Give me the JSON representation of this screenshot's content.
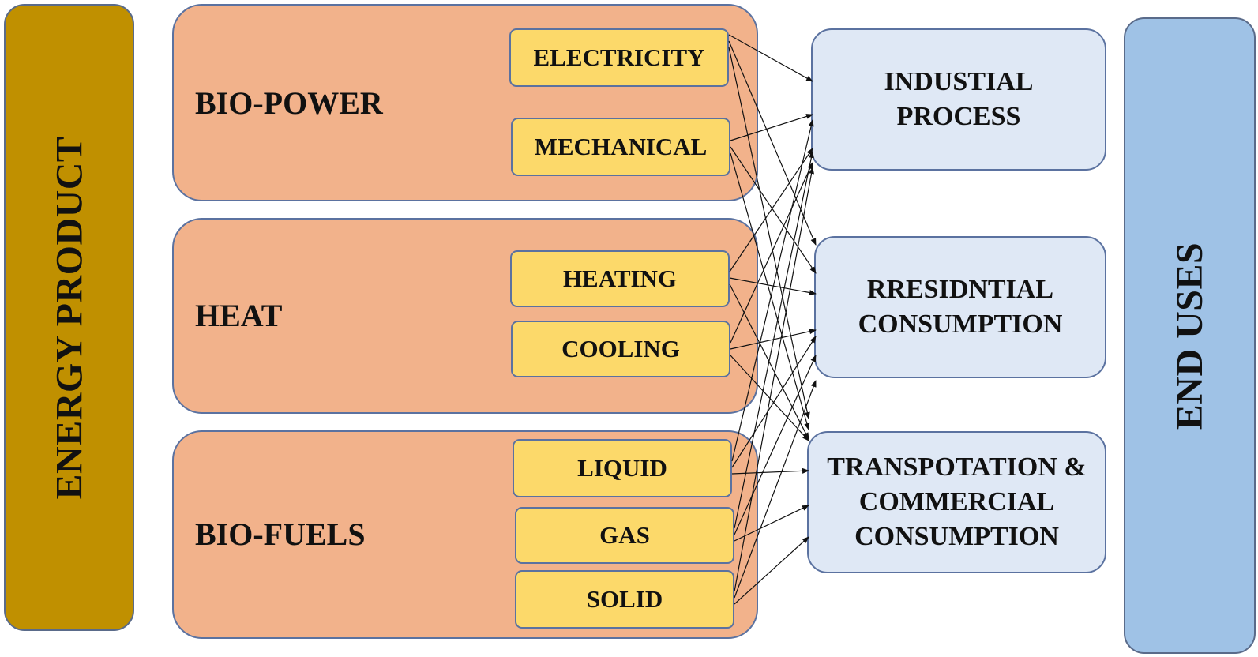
{
  "left_bar": {
    "label": "ENERGY PRODUCT"
  },
  "right_bar": {
    "label": "END USES"
  },
  "groups": [
    {
      "title": "BIO-POWER",
      "products": [
        "ELECTRICITY",
        "MECHANICAL"
      ]
    },
    {
      "title": "HEAT",
      "products": [
        "HEATING",
        "COOLING"
      ]
    },
    {
      "title": "BIO-FUELS",
      "products": [
        "LIQUID",
        "GAS",
        "SOLID"
      ]
    }
  ],
  "end_uses": [
    {
      "label": "INDUSTIAL\nPROCESS"
    },
    {
      "label": "RRESIDNTIAL\nCONSUMPTION"
    },
    {
      "label": "TRANSPOTATION &\nCOMMERCIAL\nCONSUMPTION"
    }
  ],
  "colors": {
    "energy_product_bar": "#c09000",
    "end_uses_bar": "#9fc2e6",
    "group_fill": "#f2b28b",
    "product_fill": "#fcd96a",
    "end_use_fill": "#dfe8f5",
    "border": "#5b72a0"
  },
  "connections": [
    {
      "from": "ELECTRICITY",
      "to": "INDUSTIAL\nPROCESS"
    },
    {
      "from": "ELECTRICITY",
      "to": "RRESIDNTIAL\nCONSUMPTION"
    },
    {
      "from": "ELECTRICITY",
      "to": "TRANSPOTATION &\nCOMMERCIAL\nCONSUMPTION"
    },
    {
      "from": "MECHANICAL",
      "to": "INDUSTIAL\nPROCESS"
    },
    {
      "from": "MECHANICAL",
      "to": "RRESIDNTIAL\nCONSUMPTION"
    },
    {
      "from": "MECHANICAL",
      "to": "TRANSPOTATION &\nCOMMERCIAL\nCONSUMPTION"
    },
    {
      "from": "HEATING",
      "to": "INDUSTIAL\nPROCESS"
    },
    {
      "from": "HEATING",
      "to": "RRESIDNTIAL\nCONSUMPTION"
    },
    {
      "from": "HEATING",
      "to": "TRANSPOTATION &\nCOMMERCIAL\nCONSUMPTION"
    },
    {
      "from": "COOLING",
      "to": "INDUSTIAL\nPROCESS"
    },
    {
      "from": "COOLING",
      "to": "RRESIDNTIAL\nCONSUMPTION"
    },
    {
      "from": "COOLING",
      "to": "TRANSPOTATION &\nCOMMERCIAL\nCONSUMPTION"
    },
    {
      "from": "LIQUID",
      "to": "INDUSTIAL\nPROCESS"
    },
    {
      "from": "LIQUID",
      "to": "RRESIDNTIAL\nCONSUMPTION"
    },
    {
      "from": "LIQUID",
      "to": "TRANSPOTATION &\nCOMMERCIAL\nCONSUMPTION"
    },
    {
      "from": "GAS",
      "to": "INDUSTIAL\nPROCESS"
    },
    {
      "from": "GAS",
      "to": "RRESIDNTIAL\nCONSUMPTION"
    },
    {
      "from": "GAS",
      "to": "TRANSPOTATION &\nCOMMERCIAL\nCONSUMPTION"
    },
    {
      "from": "SOLID",
      "to": "INDUSTIAL\nPROCESS"
    },
    {
      "from": "SOLID",
      "to": "RRESIDNTIAL\nCONSUMPTION"
    },
    {
      "from": "SOLID",
      "to": "TRANSPOTATION &\nCOMMERCIAL\nCONSUMPTION"
    }
  ]
}
